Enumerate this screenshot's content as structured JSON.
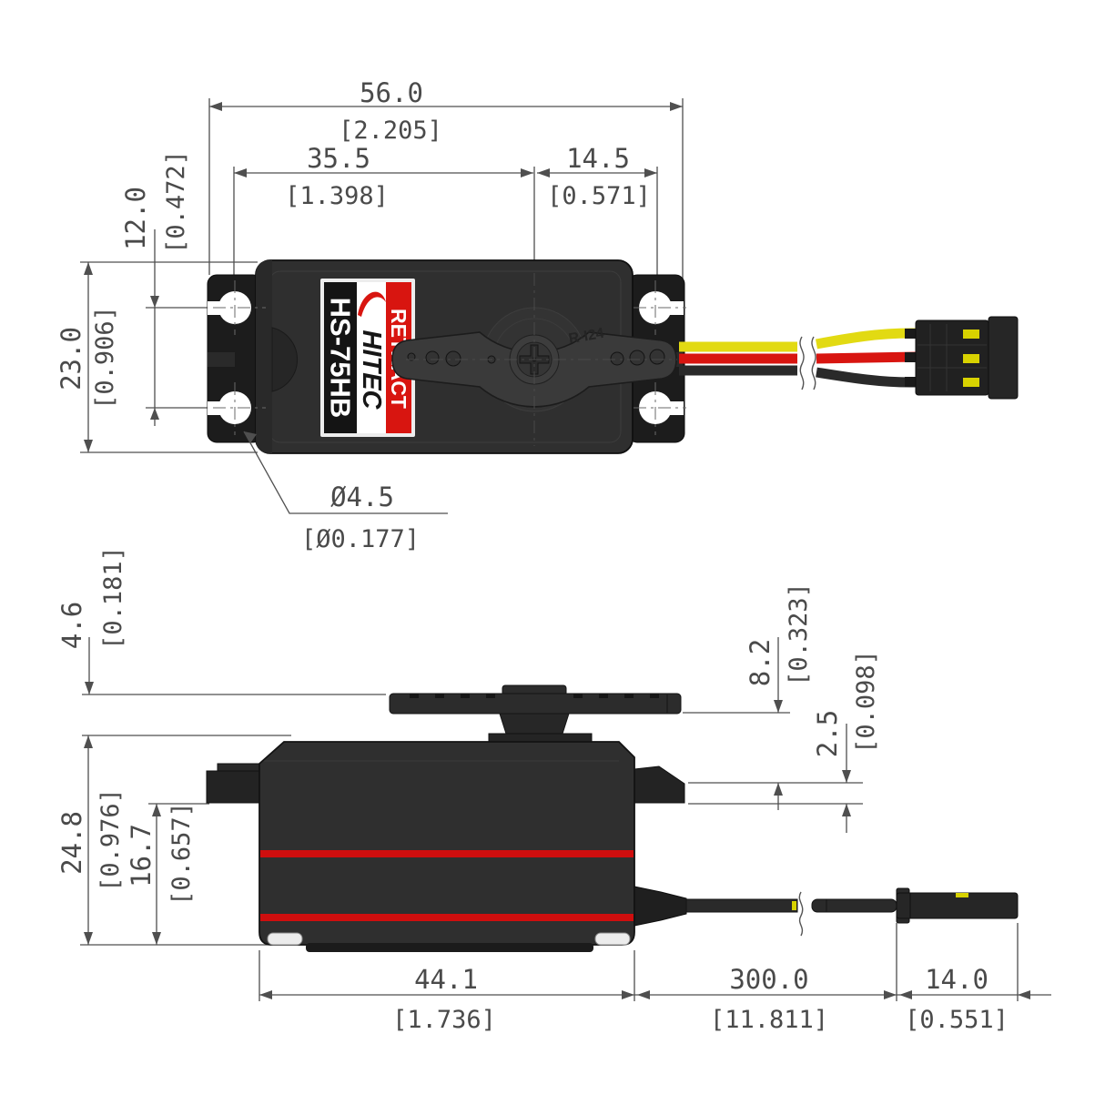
{
  "product": {
    "model": "HS-75HB",
    "brand": "HITEC",
    "series_label": "RETRACT",
    "horn_marking": "R-I24"
  },
  "dims": {
    "overall_width": {
      "mm": "56.0",
      "in": "[2.205]"
    },
    "left_hole_to_shaft": {
      "mm": "35.5",
      "in": "[1.398]"
    },
    "shaft_to_right_hole": {
      "mm": "14.5",
      "in": "[0.571]"
    },
    "hole_row_offset": {
      "mm": "12.0",
      "in": "[0.472]"
    },
    "case_width": {
      "mm": "23.0",
      "in": "[0.906]"
    },
    "mount_hole_dia": {
      "mm": "Ø4.5",
      "in": "[Ø0.177]"
    },
    "horn_standoff": {
      "mm": "4.6",
      "in": "[0.181]"
    },
    "horn_to_flange": {
      "mm": "8.2",
      "in": "[0.323]"
    },
    "flange_thickness": {
      "mm": "2.5",
      "in": "[0.098]"
    },
    "case_height": {
      "mm": "24.8",
      "in": "[0.976]"
    },
    "flange_to_base": {
      "mm": "16.7",
      "in": "[0.657]"
    },
    "case_length": {
      "mm": "44.1",
      "in": "[1.736]"
    },
    "cable_length": {
      "mm": "300.0",
      "in": "[11.811]"
    },
    "connector_length": {
      "mm": "14.0",
      "in": "[0.551]"
    }
  },
  "colors": {
    "accent_red": "#d81510",
    "stripe_red": "#cf0e0e",
    "wire_yellow": "#e2da12",
    "wire_red": "#d81510",
    "wire_black": "#2a2a2a",
    "case_dark": "#2f2f2f",
    "dim_gray": "#4a4a4a"
  }
}
